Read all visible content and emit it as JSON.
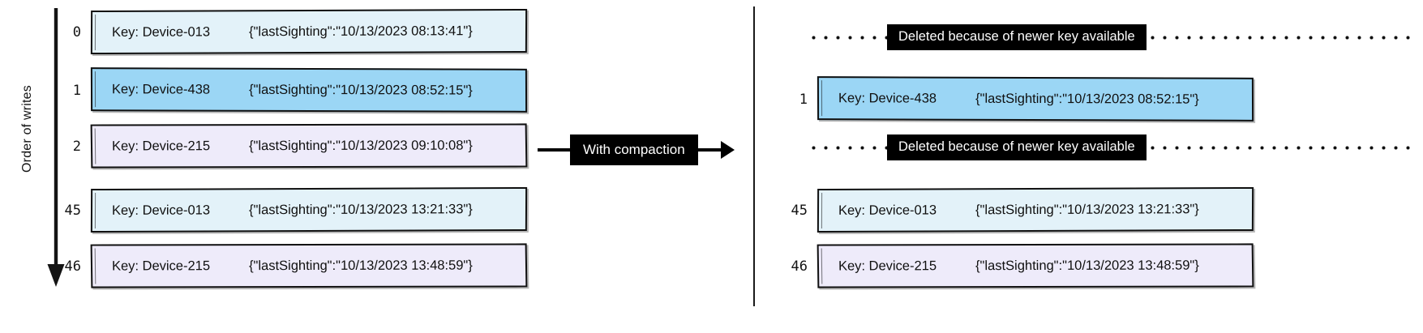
{
  "axis": {
    "label": "Order of writes",
    "direction_icon": "down-arrow-icon"
  },
  "transform": {
    "label": "With compaction",
    "arrow_icon": "right-arrow-icon"
  },
  "deleted_note": "Deleted because of newer key available",
  "colors": {
    "card_light_blue": "#e3f2f9",
    "card_strong_blue": "#9bd6f5",
    "card_lavender": "#eeebfa",
    "stroke": "#101010",
    "chip_background": "#000000",
    "chip_text": "#ffffff"
  },
  "left_panel": {
    "title": "Order of writes",
    "rows": [
      {
        "index": "0",
        "key": "Key: Device-013",
        "value": "{\"lastSighting\":\"10/13/2023 08:13:41\"}",
        "fill": "#e3f2f9"
      },
      {
        "index": "1",
        "key": "Key: Device-438",
        "value": "{\"lastSighting\":\"10/13/2023 08:52:15\"}",
        "fill": "#9bd6f5"
      },
      {
        "index": "2",
        "key": "Key: Device-215",
        "value": "{\"lastSighting\":\"10/13/2023 09:10:08\"}",
        "fill": "#eeebfa"
      },
      {
        "index": "45",
        "key": "Key: Device-013",
        "value": "{\"lastSighting\":\"10/13/2023 13:21:33\"}",
        "fill": "#e3f2f9"
      },
      {
        "index": "46",
        "key": "Key: Device-215",
        "value": "{\"lastSighting\":\"10/13/2023 13:48:59\"}",
        "fill": "#eeebfa"
      }
    ]
  },
  "right_panel": {
    "entries": [
      {
        "type": "deleted",
        "note": "Deleted because of newer key available"
      },
      {
        "type": "record",
        "index": "1",
        "key": "Key: Device-438",
        "value": "{\"lastSighting\":\"10/13/2023 08:52:15\"}",
        "fill": "#9bd6f5"
      },
      {
        "type": "deleted",
        "note": "Deleted because of newer key available"
      },
      {
        "type": "record",
        "index": "45",
        "key": "Key: Device-013",
        "value": "{\"lastSighting\":\"10/13/2023 13:21:33\"}",
        "fill": "#e3f2f9"
      },
      {
        "type": "record",
        "index": "46",
        "key": "Key: Device-215",
        "value": "{\"lastSighting\":\"10/13/2023 13:48:59\"}",
        "fill": "#eeebfa"
      }
    ]
  }
}
